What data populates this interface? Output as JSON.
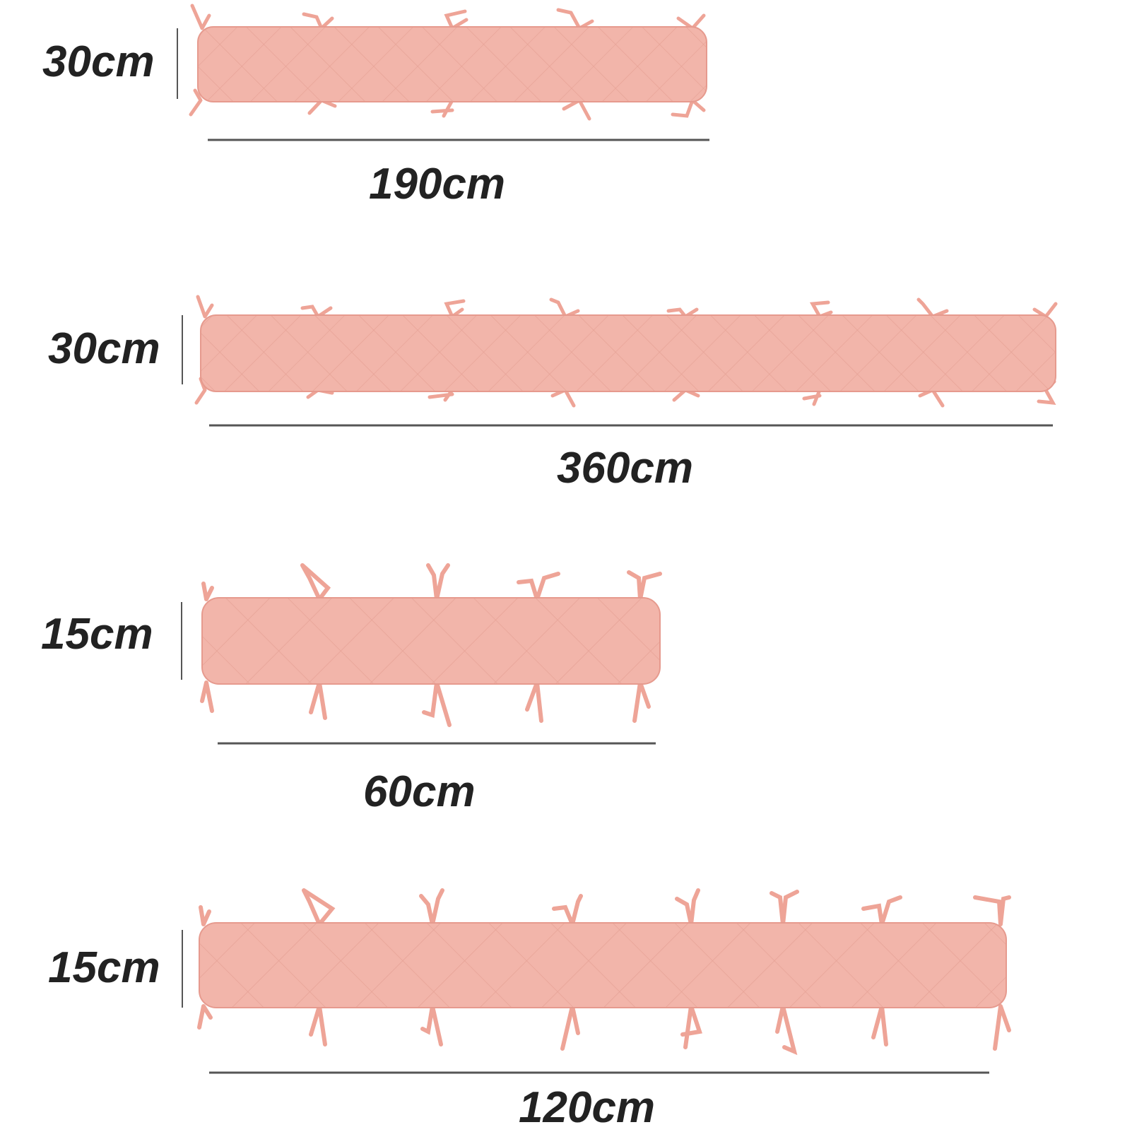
{
  "colors": {
    "fabric": "#f2b5aa",
    "fabric_edge": "#e69a8e",
    "quilt_line": "#e7a397",
    "tie": "#eea497",
    "measure_line": "#555555",
    "text": "#222222"
  },
  "bumpers": [
    {
      "height_label": "30cm",
      "length_label": "190cm"
    },
    {
      "height_label": "30cm",
      "length_label": "360cm"
    },
    {
      "height_label": "15cm",
      "length_label": "60cm"
    },
    {
      "height_label": "15cm",
      "length_label": "120cm"
    }
  ]
}
